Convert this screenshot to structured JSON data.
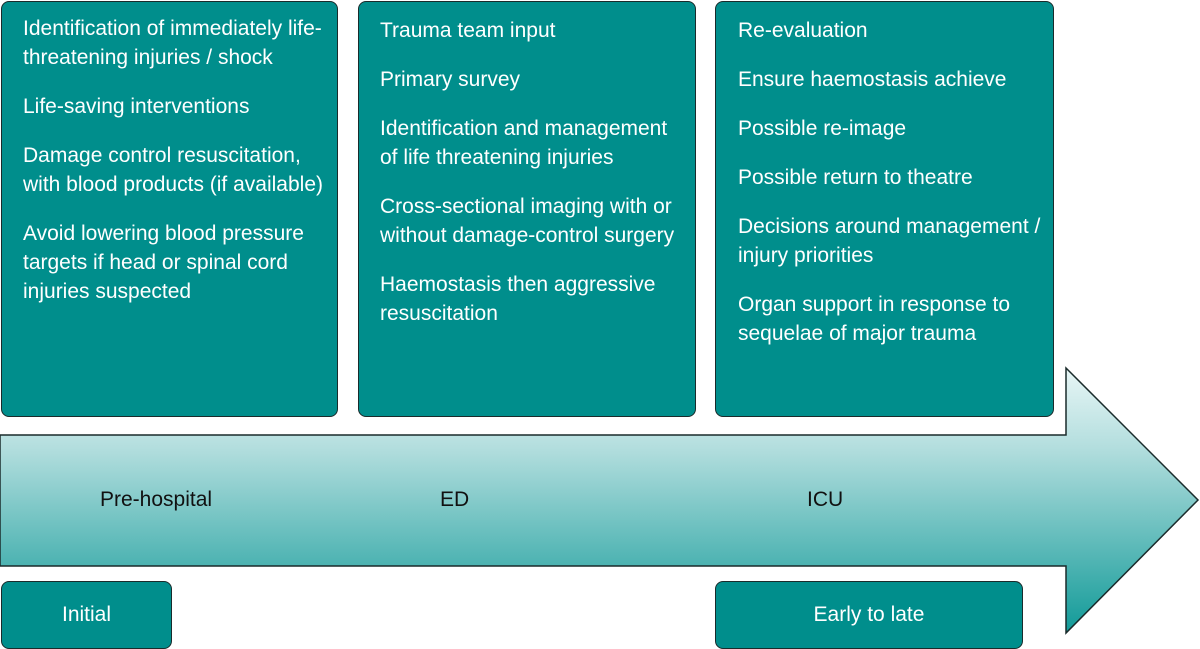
{
  "phases": {
    "prehospital": {
      "label": "Pre-hospital",
      "items": [
        "Identification of immediately life-threatening injuries / shock",
        "Life-saving interventions",
        "Damage control resuscitation, with blood products (if available)",
        "Avoid lowering blood pressure targets if head or spinal cord injuries suspected"
      ]
    },
    "ed": {
      "label": "ED",
      "items": [
        "Trauma team input",
        "Primary survey",
        "Identification and management of life threatening injuries",
        "Cross-sectional imaging with or without damage-control surgery",
        "Haemostasis then aggressive resuscitation"
      ]
    },
    "icu": {
      "label": "ICU",
      "items": [
        "Re-evaluation",
        "Ensure haemostasis achieve",
        "Possible re-image",
        "Possible return to theatre",
        "Decisions around management / injury priorities",
        "Organ support in response to sequelae of major trauma"
      ]
    }
  },
  "timing": {
    "initial": "Initial",
    "early_to_late": "Early to late"
  },
  "colors": {
    "box_fill": "#008E8C",
    "box_border": "#1a2b2b",
    "arrow_gradient_top": "#E8F6F6",
    "arrow_gradient_bottom": "#119A98",
    "text_on_box": "#FFFFFF",
    "phase_text": "#111111"
  }
}
